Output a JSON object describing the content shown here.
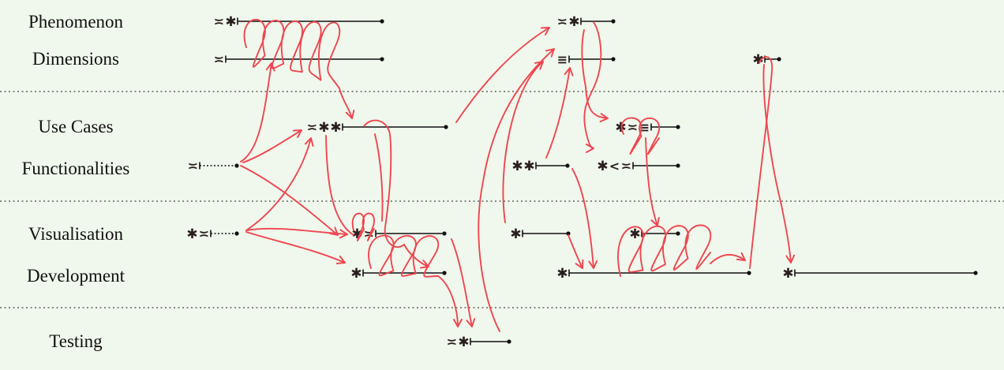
{
  "rows": [
    {
      "key": "phenomenon",
      "label": "Phenomenon"
    },
    {
      "key": "dimensions",
      "label": "Dimensions"
    },
    {
      "key": "use_cases",
      "label": "Use Cases"
    },
    {
      "key": "functionalities",
      "label": "Functionalities"
    },
    {
      "key": "visualisation",
      "label": "Visualisation"
    },
    {
      "key": "development",
      "label": "Development"
    },
    {
      "key": "testing",
      "label": "Testing"
    }
  ],
  "markers": [
    {
      "id": "p1",
      "row": "phenomenon",
      "glyphs": [
        "≍",
        "✱"
      ],
      "style": "solid"
    },
    {
      "id": "d1",
      "row": "dimensions",
      "glyphs": [
        "≍"
      ],
      "style": "solid"
    },
    {
      "id": "p2",
      "row": "phenomenon",
      "glyphs": [
        "≍",
        "✱"
      ],
      "style": "solid"
    },
    {
      "id": "d2",
      "row": "dimensions",
      "glyphs": [
        "≡"
      ],
      "style": "solid"
    },
    {
      "id": "d3",
      "row": "dimensions",
      "glyphs": [
        "✱"
      ],
      "style": "solid"
    },
    {
      "id": "u1",
      "row": "use_cases",
      "glyphs": [
        "≍",
        "✱",
        "✱"
      ],
      "style": "solid"
    },
    {
      "id": "u2",
      "row": "use_cases",
      "glyphs": [
        "✱",
        "≍",
        "≡"
      ],
      "style": "solid"
    },
    {
      "id": "f1",
      "row": "functionalities",
      "glyphs": [
        "≍"
      ],
      "style": "dotted"
    },
    {
      "id": "f2",
      "row": "functionalities",
      "glyphs": [
        "✱",
        "✱"
      ],
      "style": "solid"
    },
    {
      "id": "f3",
      "row": "functionalities",
      "glyphs": [
        "✱",
        "<",
        "≍"
      ],
      "style": "solid"
    },
    {
      "id": "v1",
      "row": "visualisation",
      "glyphs": [
        "✱",
        "≍"
      ],
      "style": "dotted"
    },
    {
      "id": "v2",
      "row": "visualisation",
      "glyphs": [
        "✱",
        "≍"
      ],
      "style": "solid"
    },
    {
      "id": "v3",
      "row": "visualisation",
      "glyphs": [
        "✱"
      ],
      "style": "solid"
    },
    {
      "id": "v4",
      "row": "visualisation",
      "glyphs": [
        "✱"
      ],
      "style": "solid"
    },
    {
      "id": "dv1",
      "row": "development",
      "glyphs": [
        "✱"
      ],
      "style": "solid"
    },
    {
      "id": "dv2",
      "row": "development",
      "glyphs": [
        "✱"
      ],
      "style": "solid"
    },
    {
      "id": "dv3",
      "row": "development",
      "glyphs": [
        "✱"
      ],
      "style": "solid"
    },
    {
      "id": "t1",
      "row": "testing",
      "glyphs": [
        "≍",
        "✱"
      ],
      "style": "solid"
    }
  ],
  "colors": {
    "background": "#f0f7ec",
    "track": "#111111",
    "glyph": "#2a1f1f",
    "link": "#ee4650",
    "separator": "#444444"
  }
}
